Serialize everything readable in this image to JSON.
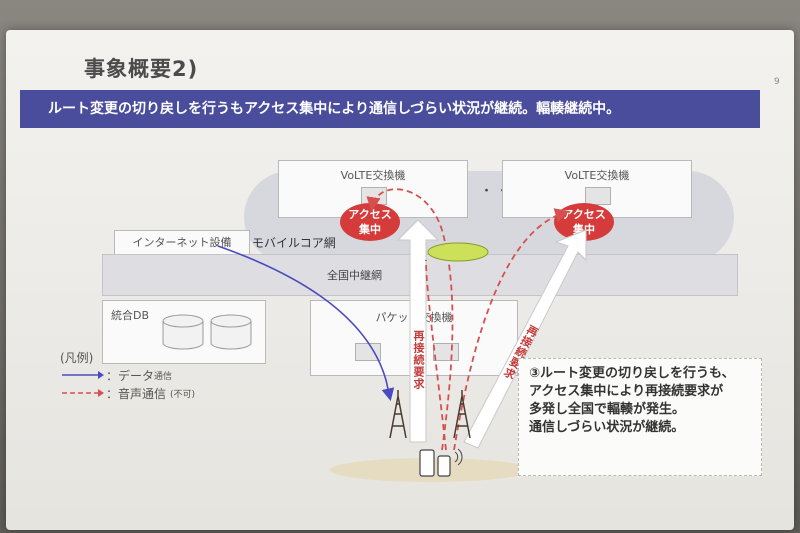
{
  "slide": {
    "title": "事象概要2)",
    "page_number": "9",
    "banner": "ルート変更の切り戻しを行うもアクセス集中により通信しづらい状況が継続。輻輳継続中。"
  },
  "network": {
    "volte_left": "VoLTE交換機",
    "volte_right": "VoLTE交換機",
    "dots": "・・・",
    "oval_left": [
      "アクセス",
      "集中"
    ],
    "oval_right": [
      "アクセス",
      "集中"
    ],
    "mobile_core": "モバイルコア網",
    "internet": "インターネット設備",
    "national_relay": "全国中継網",
    "integrated_db": "統合DB",
    "packet_exchange": "パケット交換機",
    "reconnect_left": "再接続要求",
    "reconnect_right": "再接続要求"
  },
  "legend": {
    "title": "(凡例)",
    "data_label": "：データ",
    "data_sub": "通信",
    "voice_label": "：音声通信",
    "voice_sub": "(不可)"
  },
  "note": {
    "lines": [
      "③ルート変更の切り戻しを行うも、",
      "アクセス集中により再接続要求が",
      "多発し全国で輻輳が発生。",
      "通信しづらい状況が継続。"
    ]
  },
  "colors": {
    "banner": "#4a4d9c",
    "access_oval": "#d63b3b",
    "data_line": "#4a4ac0",
    "voice_line": "#d65050",
    "arrow_text": "#c23a3a"
  },
  "icons": [
    "cell-tower-icon",
    "smartphone-icon",
    "signal-waves-icon",
    "database-cylinder-icon"
  ]
}
